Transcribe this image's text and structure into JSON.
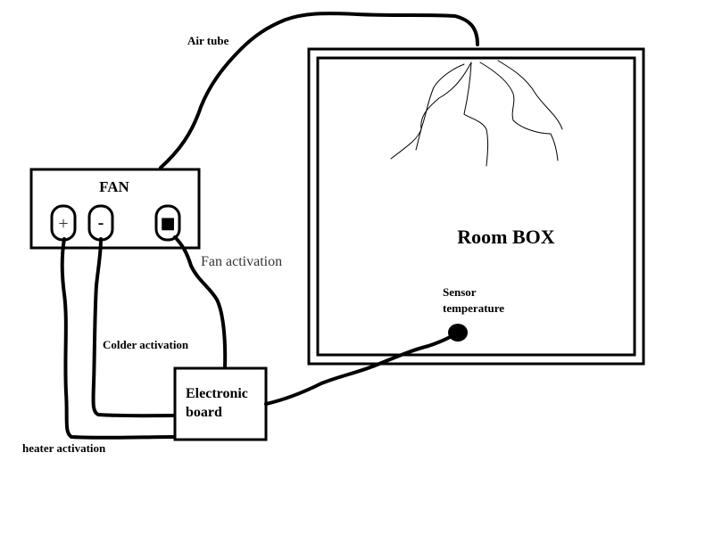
{
  "fan": {
    "title": "FAN",
    "plus_symbol": "+",
    "minus_symbol": "-",
    "fan_symbol": "■"
  },
  "room": {
    "title": "Room BOX"
  },
  "sensor": {
    "line1": "Sensor",
    "line2": "temperature"
  },
  "board": {
    "line1": "Electronic",
    "line2": "board"
  },
  "labels": {
    "air_tube": "Air tube",
    "fan_activation": "Fan activation",
    "colder_activation": "Colder activation",
    "heater_activation": "heater activation"
  }
}
